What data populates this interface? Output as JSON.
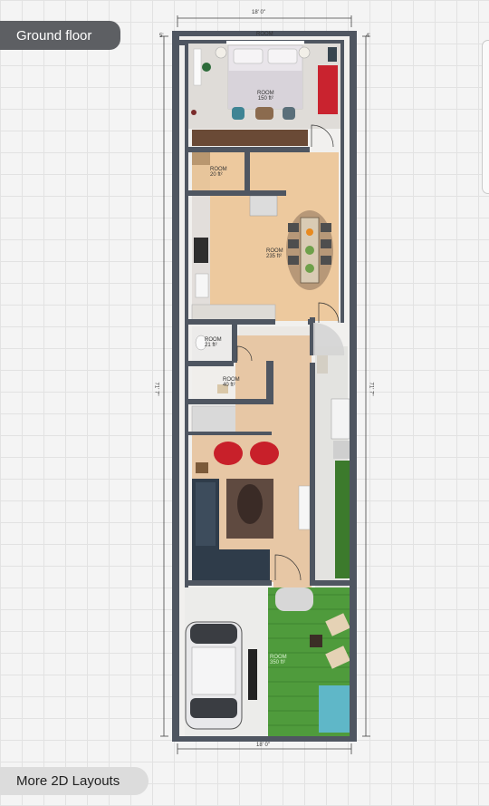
{
  "floor_button": {
    "label": "Ground floor"
  },
  "more_button": {
    "label": "More 2D Layouts"
  },
  "dimensions": {
    "top_width": "18' 0\"",
    "bottom_width": "18' 0\"",
    "left_height": "71' 7\"",
    "right_height": "71' 7\"",
    "top_left_small": "5'",
    "top_right_small": "4'",
    "balcony_small": "ROOM"
  },
  "rooms": {
    "bedroom": {
      "name": "ROOM",
      "area": "150 ft²"
    },
    "room_small": {
      "name": "ROOM",
      "area": "20 ft²"
    },
    "kitchen_dining": {
      "name": "ROOM",
      "area": "235 ft²"
    },
    "toilet": {
      "name": "ROOM",
      "area": "21 ft²"
    },
    "room_mid": {
      "name": "ROOM",
      "area": "40 ft²"
    },
    "parking": {
      "name": "ROOM",
      "area": "350 ft²"
    }
  },
  "colors": {
    "wall": "#4f5661",
    "wood": "#e4c4a2",
    "tile": "#e8e3dc",
    "grass": "#4f9b3c",
    "sofa": "#2f3c4a",
    "chair_red": "#c8202a",
    "pool": "#5fb7c8"
  }
}
